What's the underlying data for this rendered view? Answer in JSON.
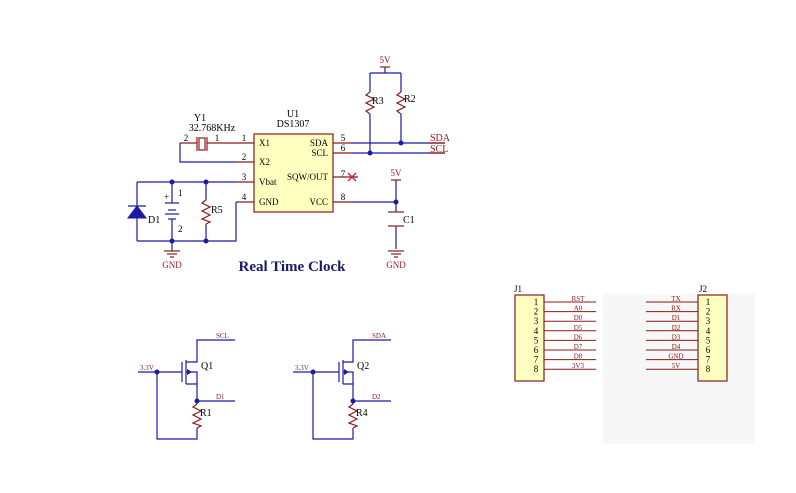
{
  "title": "Real Time Clock",
  "colors": {
    "wire": "#1a1aa6",
    "component_fill": "#ffffc0",
    "component_stroke": "#8b1a1a",
    "net_label": "#8b1a1a"
  },
  "u1": {
    "ref": "U1",
    "part": "DS1307",
    "left_pins": [
      {
        "num": "1",
        "name": "X1"
      },
      {
        "num": "2",
        "name": "X2"
      },
      {
        "num": "3",
        "name": "Vbat"
      },
      {
        "num": "4",
        "name": "GND"
      }
    ],
    "right_pins": [
      {
        "num": "5",
        "name": "SDA"
      },
      {
        "num": "6",
        "name": "SCL"
      },
      {
        "num": "7",
        "name": "SQW/OUT"
      },
      {
        "num": "8",
        "name": "VCC"
      }
    ]
  },
  "y1": {
    "ref": "Y1",
    "value": "32.768KHz",
    "pin_a": "2",
    "pin_b": "1"
  },
  "nets": {
    "sda": "SDA",
    "scl": "SCL",
    "vcc_top": "5V",
    "vcc_cap": "5V",
    "gnd": "GND",
    "gnd_cap": "GND"
  },
  "refs": {
    "r2": "R2",
    "r3": "R3",
    "r5": "R5",
    "c1": "C1",
    "d1": "D1",
    "bt_plus": "+",
    "bt_pin1": "1",
    "bt_pin2": "2"
  },
  "q1": {
    "ref": "Q1",
    "drain_net": "SCL",
    "gate_net": "3.3V",
    "source_net": "D1",
    "res": "R1"
  },
  "q2": {
    "ref": "Q2",
    "drain_net": "SDA",
    "gate_net": "3.3V",
    "source_net": "D2",
    "res": "R4"
  },
  "j1": {
    "ref": "J1",
    "pins": [
      "1",
      "2",
      "3",
      "4",
      "5",
      "6",
      "7",
      "8"
    ],
    "nets": [
      "RST",
      "A0",
      "D0",
      "D5",
      "D6",
      "D7",
      "D8",
      "3V3"
    ]
  },
  "j2": {
    "ref": "J2",
    "pins": [
      "1",
      "2",
      "3",
      "4",
      "5",
      "6",
      "7",
      "8"
    ],
    "nets": [
      "TX",
      "RX",
      "D1",
      "D2",
      "D3",
      "D4",
      "GND",
      "5V"
    ]
  }
}
